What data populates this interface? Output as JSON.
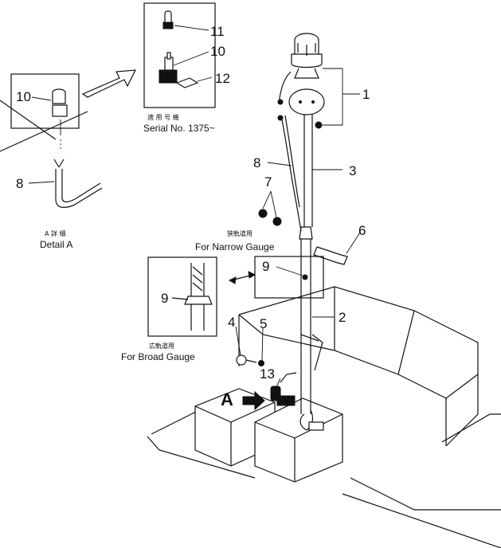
{
  "callouts": {
    "c1": "1",
    "c2": "2",
    "c3": "3",
    "c4": "4",
    "c5": "5",
    "c6": "6",
    "c7": "7",
    "c8_main": "8",
    "c8_detail": "8",
    "c9_main": "9",
    "c9_broad": "9",
    "c10_detail": "10",
    "c10_serial": "10",
    "c11": "11",
    "c12": "12",
    "c13": "13"
  },
  "serial_box": {
    "jp_label": "適 用 号 機",
    "label": "Serial No. 1375~"
  },
  "detail_a": {
    "jp_label": "A 詳 細",
    "label": "Detail A"
  },
  "narrow_gauge": {
    "jp_label": "狭軌道用",
    "label": "For Narrow Gauge"
  },
  "broad_gauge": {
    "jp_label": "広軌道用",
    "label": "For Broad Gauge"
  },
  "view_marker": "A"
}
